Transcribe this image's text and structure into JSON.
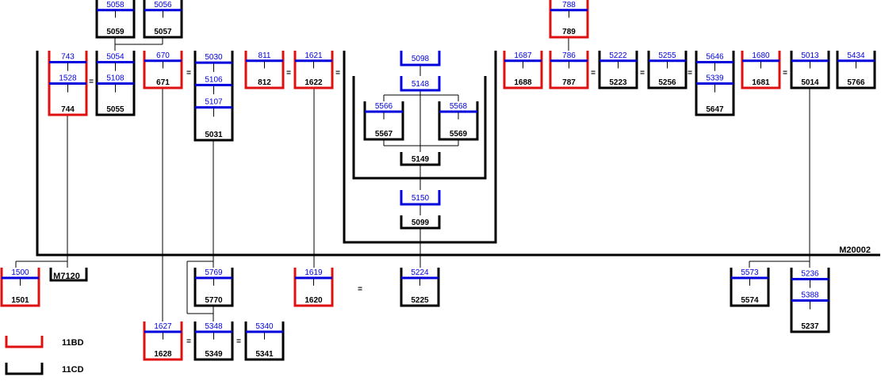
{
  "colors": {
    "red": "#e01010",
    "black": "#000000",
    "blue": "#0000dd",
    "bg": "#ffffff"
  },
  "frame_label": "M20002",
  "legend": [
    {
      "color": "red",
      "label": "11BD"
    },
    {
      "color": "black",
      "label": "11CD"
    }
  ],
  "standalone_label": "M7120",
  "equals": "=",
  "boxes": [
    {
      "id": "b743",
      "color": "red",
      "sections": [
        "743",
        "1528"
      ],
      "bottom": "744"
    },
    {
      "id": "b5054",
      "color": "black",
      "sections": [
        "5054",
        "5108"
      ],
      "bottom": "5055"
    },
    {
      "id": "b5058",
      "color": "black",
      "sections": [
        "5058"
      ],
      "bottom": "5059"
    },
    {
      "id": "b5056",
      "color": "black",
      "sections": [
        "5056"
      ],
      "bottom": "5057"
    },
    {
      "id": "b670",
      "color": "red",
      "sections": [
        "670"
      ],
      "bottom": "671"
    },
    {
      "id": "b5030",
      "color": "black",
      "sections": [
        "5030",
        "5106",
        "5107"
      ],
      "bottom": "5031"
    },
    {
      "id": "b811",
      "color": "red",
      "sections": [
        "811"
      ],
      "bottom": "812"
    },
    {
      "id": "b1621",
      "color": "red",
      "sections": [
        "1621"
      ],
      "bottom": "1622"
    },
    {
      "id": "b5098",
      "color": "blue",
      "sections": [
        "5098"
      ],
      "bottom": ""
    },
    {
      "id": "b5148",
      "color": "blue",
      "sections": [
        "5148"
      ],
      "bottom": ""
    },
    {
      "id": "b5566",
      "color": "black",
      "sections": [
        "5566"
      ],
      "bottom": "5567"
    },
    {
      "id": "b5568",
      "color": "black",
      "sections": [
        "5568"
      ],
      "bottom": "5569"
    },
    {
      "id": "b5149",
      "color": "black",
      "sections": [],
      "bottom": "5149"
    },
    {
      "id": "b5150",
      "color": "blue",
      "sections": [
        "5150"
      ],
      "bottom": ""
    },
    {
      "id": "b5099",
      "color": "black",
      "sections": [],
      "bottom": "5099"
    },
    {
      "id": "b1687",
      "color": "red",
      "sections": [
        "1687"
      ],
      "bottom": "1688"
    },
    {
      "id": "b788",
      "color": "red",
      "sections": [
        "788"
      ],
      "bottom": "789"
    },
    {
      "id": "b786",
      "color": "red",
      "sections": [
        "786"
      ],
      "bottom": "787"
    },
    {
      "id": "b5222",
      "color": "black",
      "sections": [
        "5222"
      ],
      "bottom": "5223"
    },
    {
      "id": "b5255",
      "color": "black",
      "sections": [
        "5255"
      ],
      "bottom": "5256"
    },
    {
      "id": "b5646",
      "color": "black",
      "sections": [
        "5646",
        "5339"
      ],
      "bottom": "5647"
    },
    {
      "id": "b1680",
      "color": "red",
      "sections": [
        "1680"
      ],
      "bottom": "1681"
    },
    {
      "id": "b5013",
      "color": "black",
      "sections": [
        "5013"
      ],
      "bottom": "5014"
    },
    {
      "id": "b5434",
      "color": "black",
      "sections": [
        "5434"
      ],
      "bottom": "5766"
    },
    {
      "id": "b1500",
      "color": "red",
      "sections": [
        "1500"
      ],
      "bottom": "1501"
    },
    {
      "id": "b5769",
      "color": "black",
      "sections": [
        "5769"
      ],
      "bottom": "5770"
    },
    {
      "id": "b1619",
      "color": "red",
      "sections": [
        "1619"
      ],
      "bottom": "1620"
    },
    {
      "id": "b5224",
      "color": "black",
      "sections": [
        "5224"
      ],
      "bottom": "5225"
    },
    {
      "id": "b5573",
      "color": "black",
      "sections": [
        "5573"
      ],
      "bottom": "5574"
    },
    {
      "id": "b5236",
      "color": "black",
      "sections": [
        "5236",
        "5388"
      ],
      "bottom": "5237"
    },
    {
      "id": "b1627",
      "color": "red",
      "sections": [
        "1627"
      ],
      "bottom": "1628"
    },
    {
      "id": "b5348",
      "color": "black",
      "sections": [
        "5348"
      ],
      "bottom": "5349"
    },
    {
      "id": "b5340",
      "color": "black",
      "sections": [
        "5340"
      ],
      "bottom": "5341"
    }
  ]
}
